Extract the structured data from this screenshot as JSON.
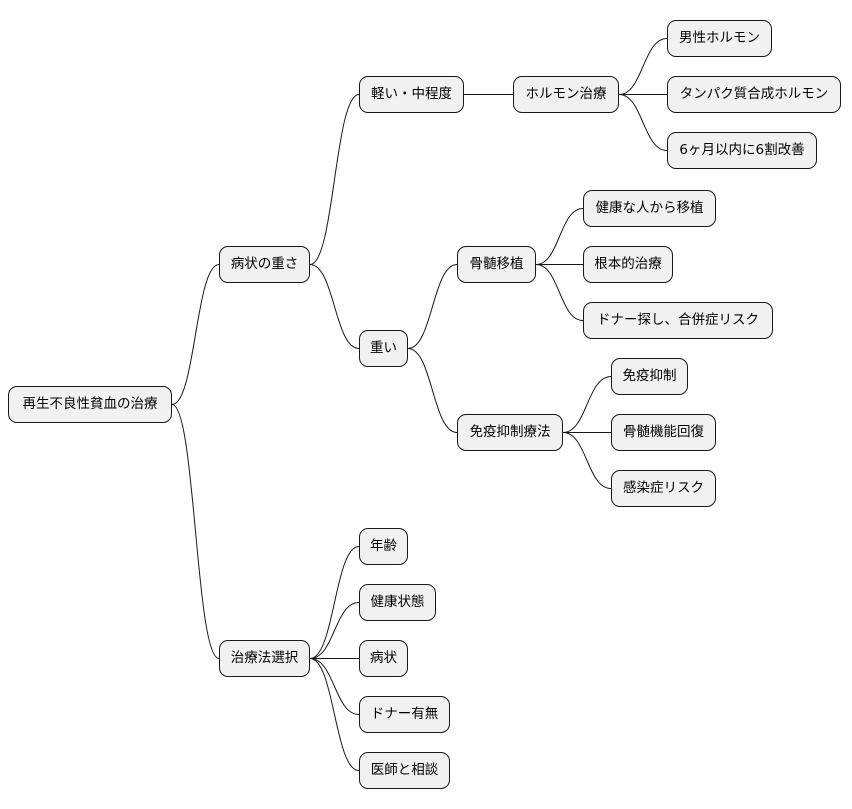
{
  "mindmap": {
    "root": {
      "id": "root",
      "label": "再生不良性貧血の治療"
    },
    "nodes": [
      {
        "id": "severity",
        "parent": "root",
        "label": "病状の重さ"
      },
      {
        "id": "mild",
        "parent": "severity",
        "label": "軽い・中程度"
      },
      {
        "id": "hormone",
        "parent": "mild",
        "label": "ホルモン治療"
      },
      {
        "id": "male-hormone",
        "parent": "hormone",
        "label": "男性ホルモン"
      },
      {
        "id": "anabolic",
        "parent": "hormone",
        "label": "タンパク質合成ホルモン"
      },
      {
        "id": "improve",
        "parent": "hormone",
        "label": "6ヶ月以内に6割改善"
      },
      {
        "id": "severe",
        "parent": "severity",
        "label": "重い"
      },
      {
        "id": "transplant",
        "parent": "severe",
        "label": "骨髄移植"
      },
      {
        "id": "healthy-donor",
        "parent": "transplant",
        "label": "健康な人から移植"
      },
      {
        "id": "radical",
        "parent": "transplant",
        "label": "根本的治療"
      },
      {
        "id": "donor-risk",
        "parent": "transplant",
        "label": "ドナー探し、合併症リスク"
      },
      {
        "id": "immuno",
        "parent": "severe",
        "label": "免疫抑制療法"
      },
      {
        "id": "immune-suppress",
        "parent": "immuno",
        "label": "免疫抑制"
      },
      {
        "id": "marrow-recovery",
        "parent": "immuno",
        "label": "骨髄機能回復"
      },
      {
        "id": "infection-risk",
        "parent": "immuno",
        "label": "感染症リスク"
      },
      {
        "id": "choice",
        "parent": "root",
        "label": "治療法選択"
      },
      {
        "id": "age",
        "parent": "choice",
        "label": "年齢"
      },
      {
        "id": "health",
        "parent": "choice",
        "label": "健康状態"
      },
      {
        "id": "symptom",
        "parent": "choice",
        "label": "病状"
      },
      {
        "id": "donor",
        "parent": "choice",
        "label": "ドナー有無"
      },
      {
        "id": "consult",
        "parent": "choice",
        "label": "医師と相談"
      }
    ]
  }
}
